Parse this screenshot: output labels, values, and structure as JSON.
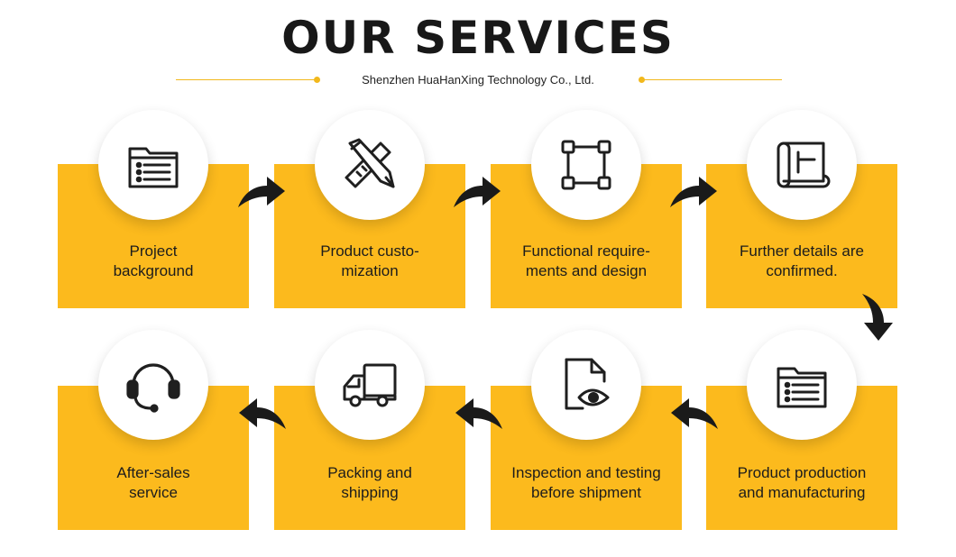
{
  "header": {
    "title": "OUR SERVICES",
    "subtitle": "Shenzhen HuaHanXing Technology Co., Ltd."
  },
  "colors": {
    "card": "#fcba1d",
    "accent": "#f2b81c",
    "icon": "#1f1f1f"
  },
  "steps": [
    {
      "label": "Project\nbackground",
      "icon": "folder-list-icon"
    },
    {
      "label": "Product custo-\nmization",
      "icon": "pencil-ruler-icon"
    },
    {
      "label": "Functional require-\nments and design",
      "icon": "vector-frame-icon"
    },
    {
      "label": "Further details are\nconfirmed.",
      "icon": "blueprint-scroll-icon"
    },
    {
      "label": "Product production\nand manufacturing",
      "icon": "folder-list-icon"
    },
    {
      "label": "Inspection and testing\nbefore shipment",
      "icon": "document-eye-icon"
    },
    {
      "label": "Packing and\nshipping",
      "icon": "delivery-truck-icon"
    },
    {
      "label": "After-sales\nservice",
      "icon": "headset-icon"
    }
  ]
}
